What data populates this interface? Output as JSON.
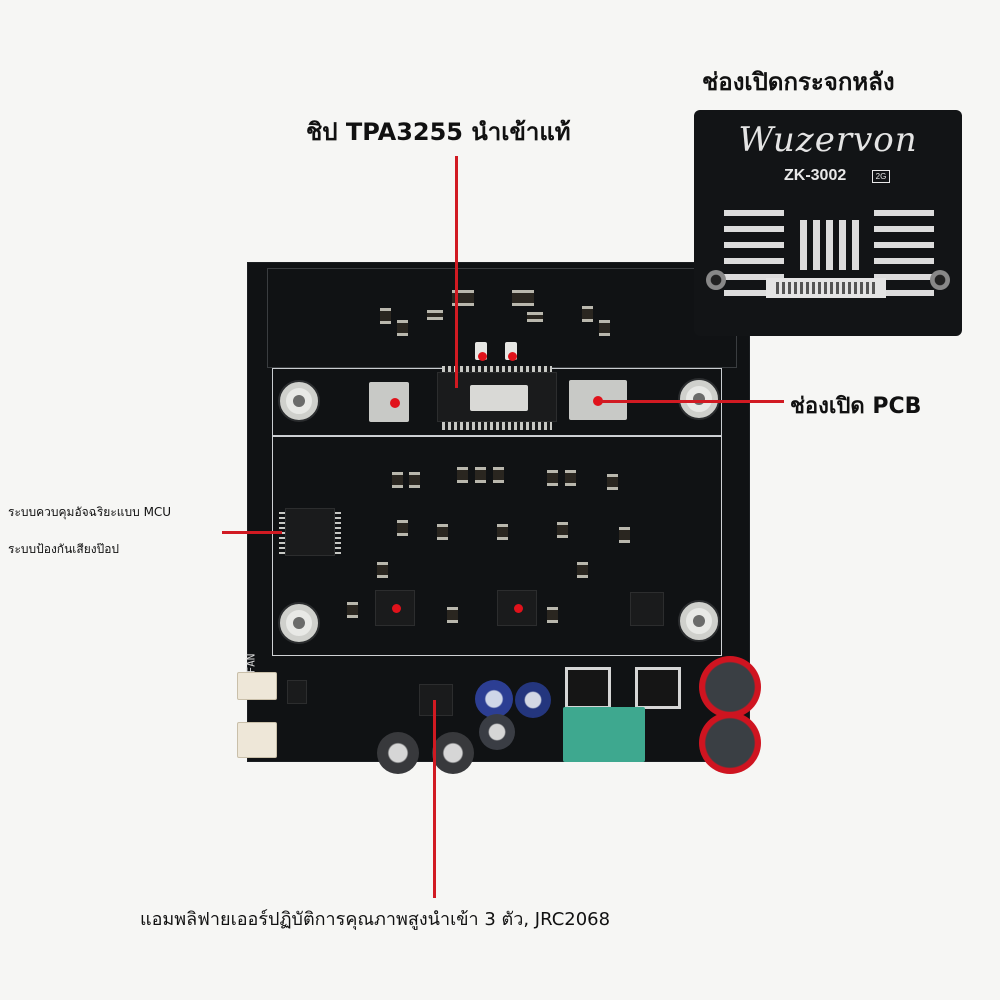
{
  "callouts": {
    "back_glass": "ช่องเปิดกระจกหลัง",
    "chip": "ชิป TPA3255 นำเข้าแท้",
    "pcb_opening": "ช่องเปิด PCB",
    "mcu_line1": "ระบบควบคุมอัจฉริยะแบบ MCU",
    "mcu_line2": "ระบบป้องกันเสียงป๊อป",
    "opamp": "แอมพลิฟายเออร์ปฏิบัติการคุณภาพสูงนำเข้า 3 ตัว, JRC2068"
  },
  "inset": {
    "brand": "Wuzervon",
    "model": "ZK-3002",
    "model_badge": "2G"
  },
  "board": {
    "silk_fan": "FAN"
  },
  "colors": {
    "marker_red": "#e0121b",
    "board_black": "#101214",
    "capacitor_red": "#cf1420",
    "connector_green": "#3ea88f"
  }
}
